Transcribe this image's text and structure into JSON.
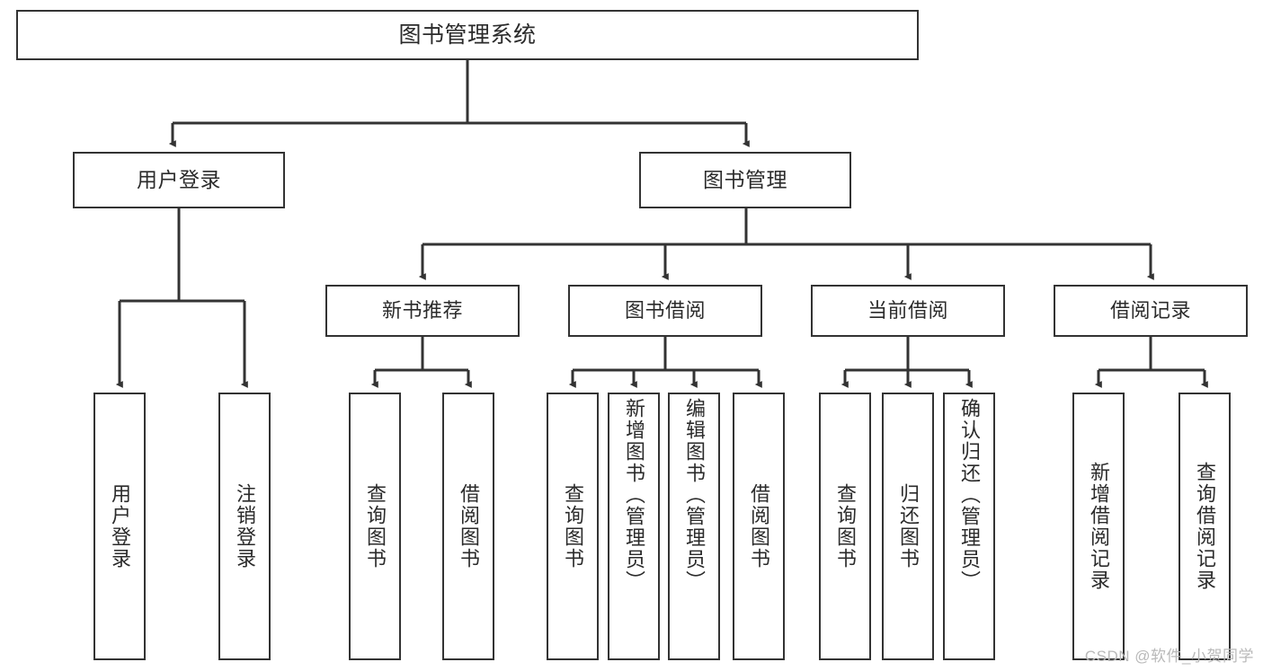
{
  "diagram": {
    "title": "图书管理系统",
    "type": "hierarchy-tree",
    "watermark": "CSDN @软件_小贺同学",
    "colors": {
      "box_border": "#333333",
      "box_fill": "#ffffff",
      "connector": "#333333",
      "text": "#2b2b2b",
      "watermark": "#b9b9b9",
      "background": "#ffffff"
    },
    "root": {
      "label": "图书管理系统"
    },
    "level1": [
      {
        "label": "用户登录"
      },
      {
        "label": "图书管理"
      }
    ],
    "level2": [
      {
        "label": "新书推荐"
      },
      {
        "label": "图书借阅"
      },
      {
        "label": "当前借阅"
      },
      {
        "label": "借阅记录"
      }
    ],
    "leaves": {
      "user_login": [
        {
          "label": "用户登录"
        },
        {
          "label": "注销登录"
        }
      ],
      "new_book_recommend": [
        {
          "label": "查询图书"
        },
        {
          "label": "借阅图书"
        }
      ],
      "book_borrow": [
        {
          "label": "查询图书"
        },
        {
          "label": "新增图书（管理员）"
        },
        {
          "label": "编辑图书（管理员）"
        },
        {
          "label": "借阅图书"
        }
      ],
      "current_borrow": [
        {
          "label": "查询图书"
        },
        {
          "label": "归还图书"
        },
        {
          "label": "确认归还（管理员）"
        }
      ],
      "borrow_record": [
        {
          "label": "新增借阅记录"
        },
        {
          "label": "查询借阅记录"
        }
      ]
    }
  }
}
